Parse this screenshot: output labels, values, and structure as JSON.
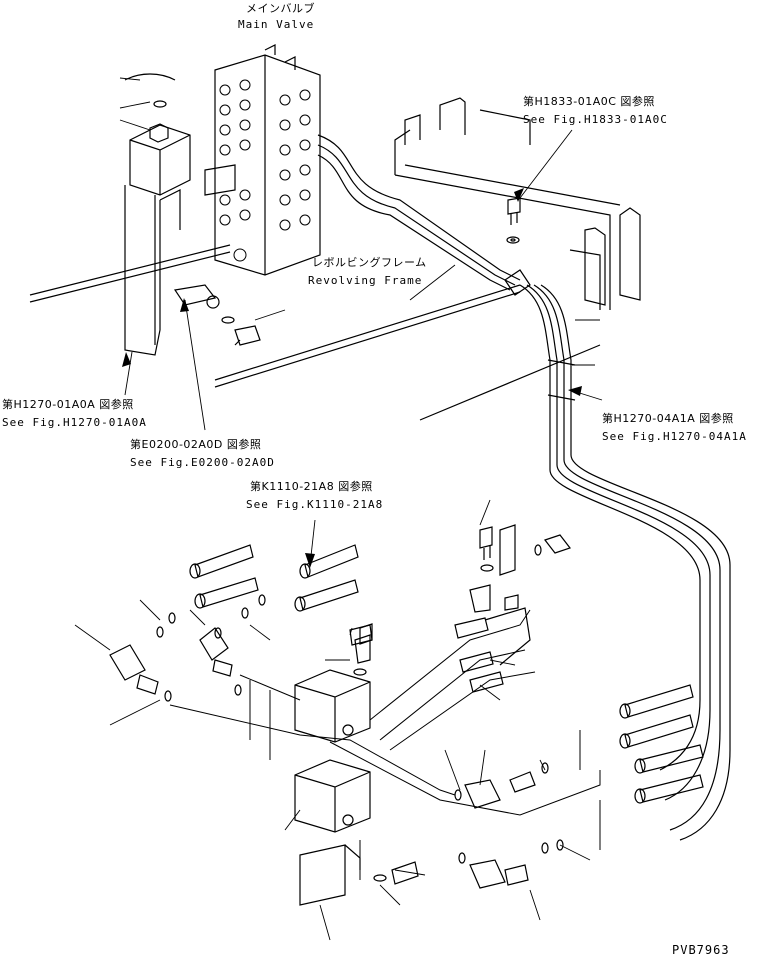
{
  "labels": {
    "main_valve_jp": "メインバルブ",
    "main_valve_en": "Main Valve",
    "revolving_jp": "レボルビングフレーム",
    "revolving_en": "Revolving Frame",
    "ref_h1833_jp": "第H1833-01A0C 図参照",
    "ref_h1833_en": "See Fig.H1833-01A0C",
    "ref_h1270a_jp": "第H1270-01A0A 図参照",
    "ref_h1270a_en": "See Fig.H1270-01A0A",
    "ref_e0200_jp": "第E0200-02A0D 図参照",
    "ref_e0200_en": "See Fig.E0200-02A0D",
    "ref_h1270b_jp": "第H1270-04A1A 図参照",
    "ref_h1270b_en": "See Fig.H1270-04A1A",
    "ref_k1110_jp": "第K1110-21A8 図参照",
    "ref_k1110_en": "See Fig.K1110-21A8",
    "drawing_code": "PVB7963"
  }
}
